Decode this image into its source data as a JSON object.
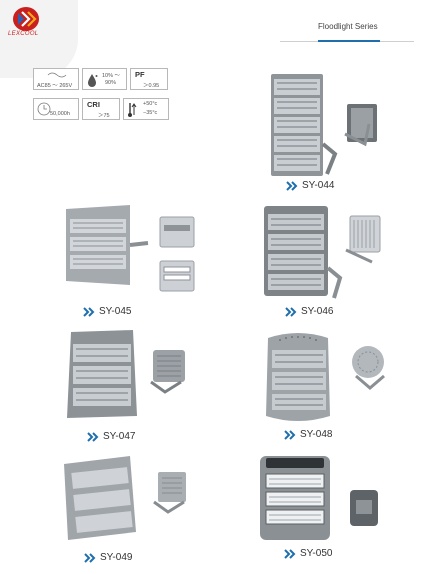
{
  "header": {
    "brand": "LEXCOOL",
    "series_title": "Floodlight Series",
    "accent_color": "#1f6fae",
    "logo_color": "#c8201e"
  },
  "specs": {
    "voltage": "AC85 ～ 265V",
    "humidity_high": "10% ～",
    "humidity_low": "90%",
    "pf_label": "PF",
    "pf_value": "＞0.95",
    "lifetime": "50,000h",
    "cri_label": "CRI",
    "cri_value": "＞75",
    "temp_high": "+50°c",
    "temp_low": "−35°c"
  },
  "products": [
    {
      "model": "SY-044"
    },
    {
      "model": "SY-045"
    },
    {
      "model": "SY-046"
    },
    {
      "model": "SY-047"
    },
    {
      "model": "SY-048"
    },
    {
      "model": "SY-049"
    },
    {
      "model": "SY-050"
    }
  ],
  "icons": [
    "wave-voltage-icon",
    "droplet-icon",
    "clock-icon",
    "thermometer-icon",
    "chevron-right-icon"
  ]
}
